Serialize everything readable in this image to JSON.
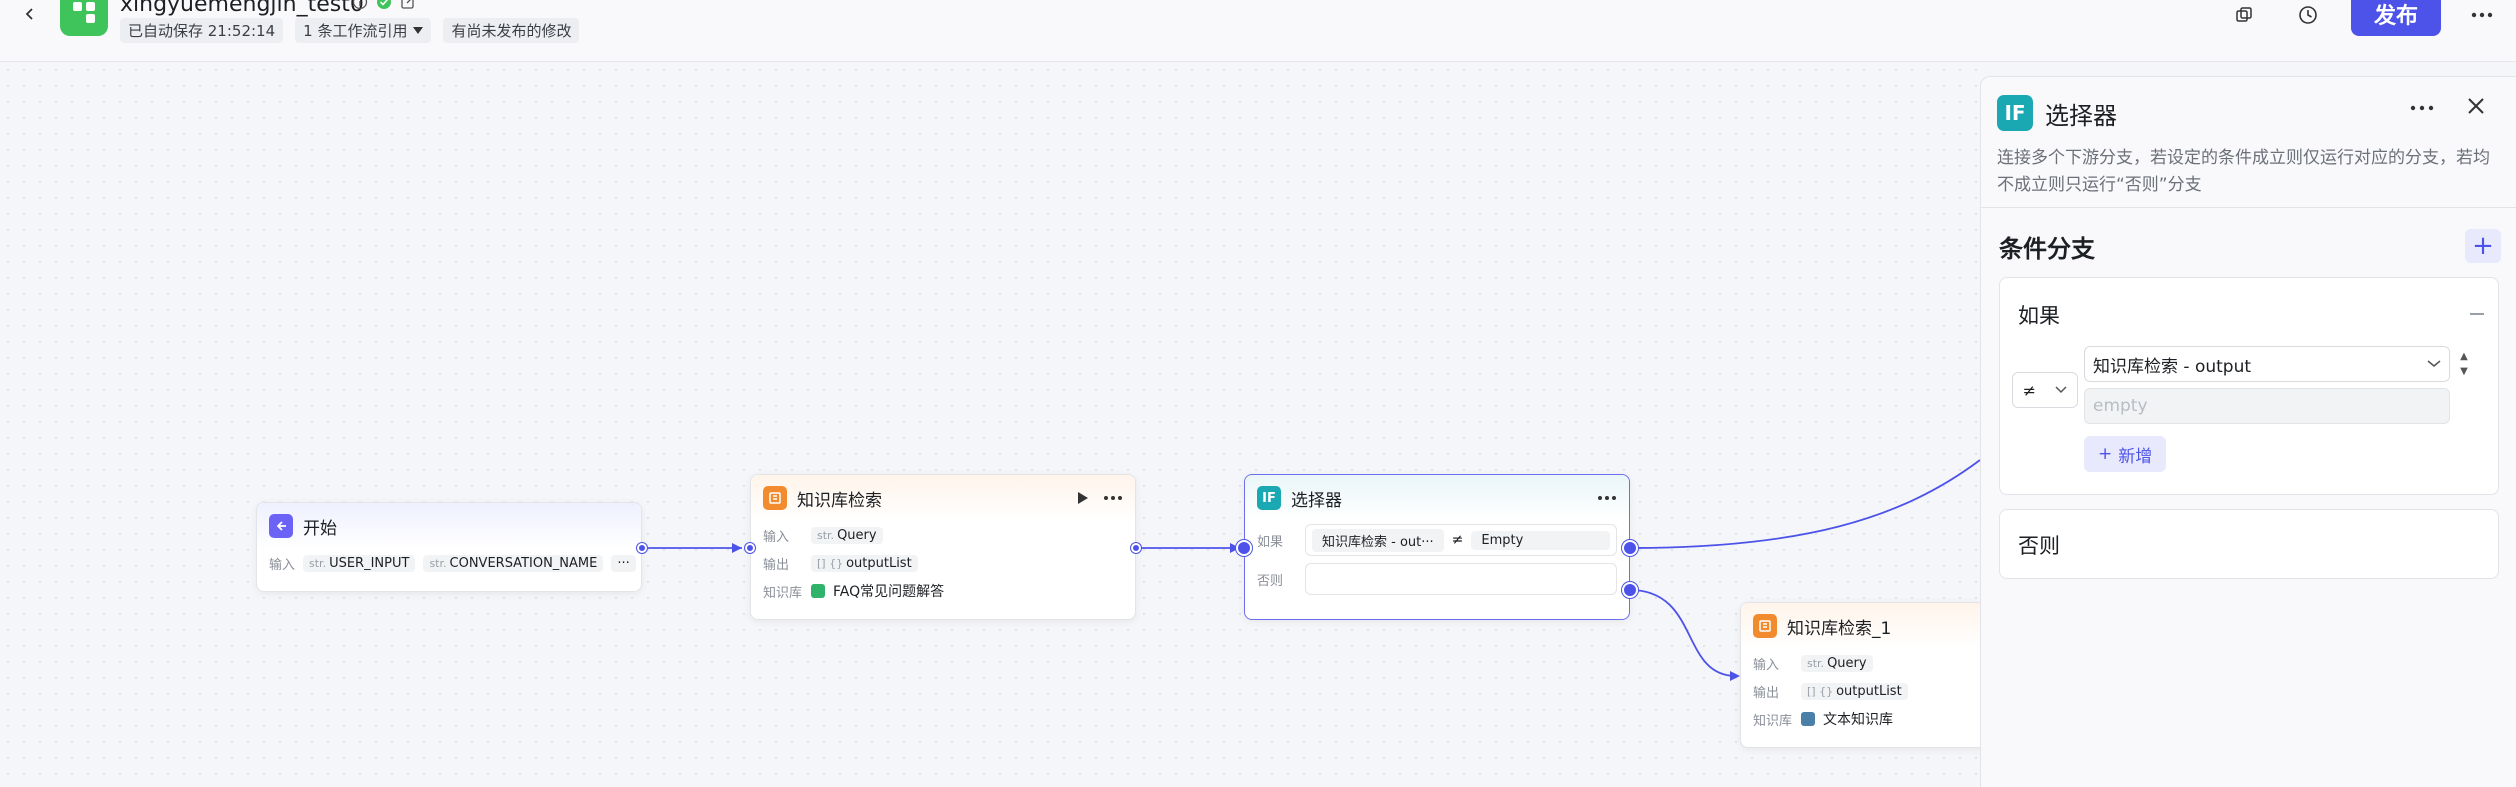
{
  "header": {
    "app_title": "xingyuemengjin_test0",
    "autosave": "已自动保存 21:52:14",
    "workflow_refs": "1 条工作流引用",
    "unpublished": "有尚未发布的修改",
    "publish_label": "发布"
  },
  "nodes": {
    "start": {
      "title": "开始",
      "input_label": "输入",
      "inputs": [
        {
          "prefix": "str.",
          "name": "USER_INPUT"
        },
        {
          "prefix": "str.",
          "name": "CONVERSATION_NAME"
        }
      ],
      "more": "···"
    },
    "kb1": {
      "title": "知识库检索",
      "input_label": "输入",
      "input_prefix": "str.",
      "input_value": "Query",
      "output_label": "输出",
      "output_prefix": "[] {}",
      "output_value": "outputList",
      "kb_label": "知识库",
      "kb_value": "FAQ常见问题解答"
    },
    "selector": {
      "title": "选择器",
      "if_label": "如果",
      "cond_left": "知识库检索 - out···",
      "cond_op": "≠",
      "cond_right": "Empty",
      "else_label": "否则"
    },
    "kb2": {
      "title": "知识库检索_1",
      "input_label": "输入",
      "input_prefix": "str.",
      "input_value": "Query",
      "output_label": "输出",
      "output_prefix": "[] {}",
      "output_value": "outputList",
      "kb_label": "知识库",
      "kb_value": "文本知识库"
    }
  },
  "panel": {
    "icon_text": "IF",
    "title": "选择器",
    "description": "连接多个下游分支，若设定的条件成立则仅运行对应的分支，若均不成立则只运行“否则”分支",
    "section_title": "条件分支",
    "if_branch": {
      "label": "如果",
      "operator": "≠",
      "variable": "知识库检索 - output",
      "value_placeholder": "empty",
      "add_label": "新增"
    },
    "else_branch": {
      "label": "否则"
    }
  },
  "colors": {
    "accent": "#4d53e8",
    "kb_icon": "#f28a2e",
    "start_icon": "#6b63f5",
    "if_icon": "#1aa9b3",
    "logo": "#3ec45b"
  }
}
